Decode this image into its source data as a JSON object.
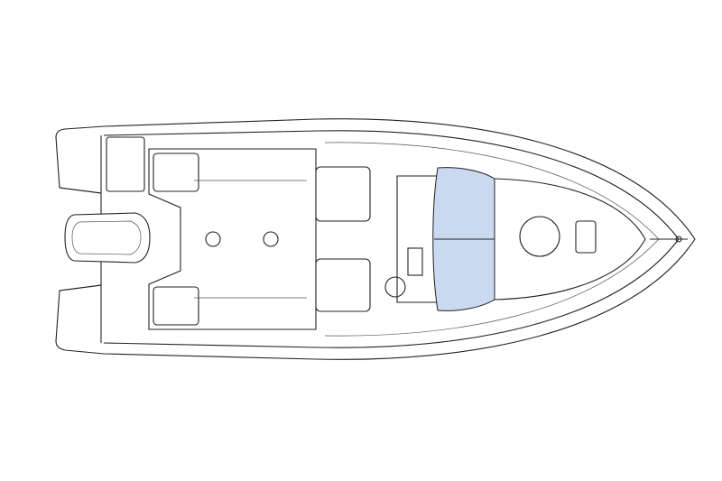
{
  "colors": {
    "background": "#ffffff",
    "outline": "#222222",
    "windshield": "#c9d9f0"
  },
  "icons": [
    "boat-hull",
    "outboard-engine",
    "helm-seat",
    "steering-wheel",
    "windshield",
    "deck-hatch"
  ]
}
